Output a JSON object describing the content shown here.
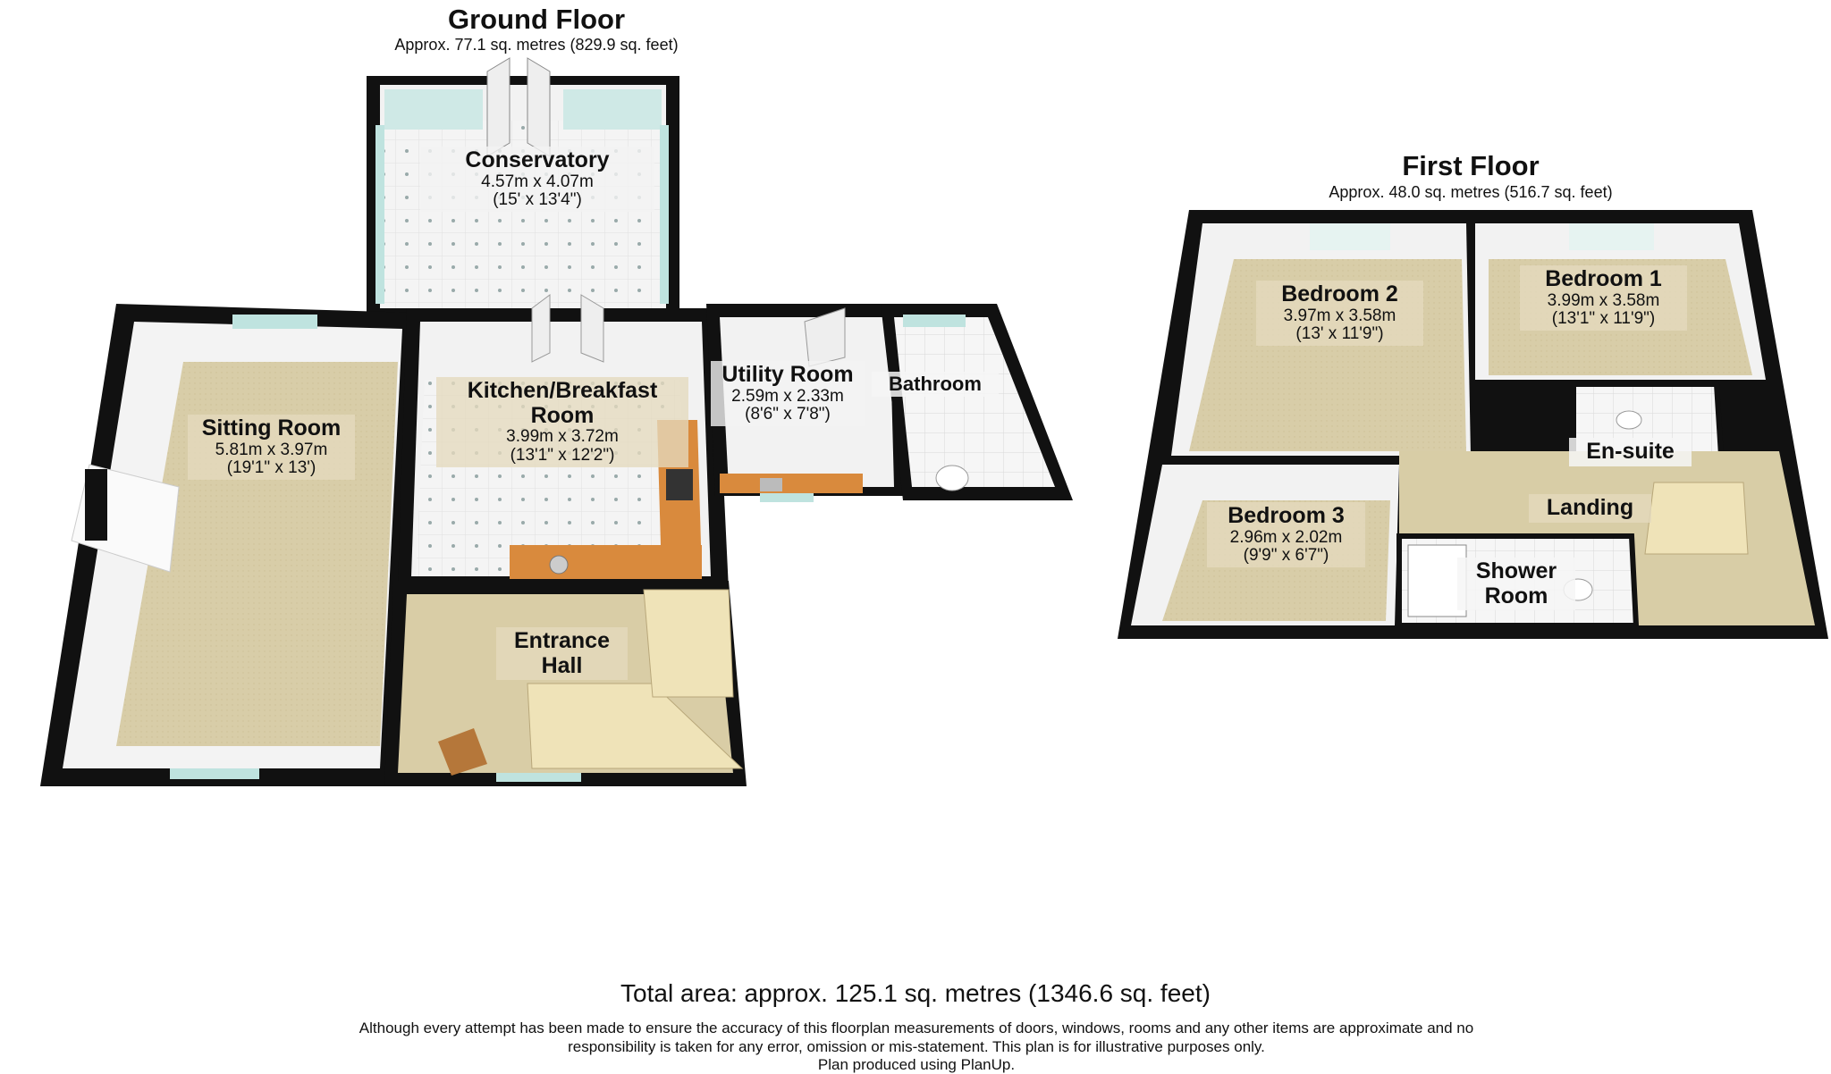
{
  "ground_floor": {
    "title": "Ground Floor",
    "area": "Approx. 77.1 sq. metres (829.9 sq. feet)",
    "rooms": {
      "conservatory": {
        "name": "Conservatory",
        "dim": "4.57m x 4.07m",
        "imp": "(15' x 13'4\")"
      },
      "sitting": {
        "name": "Sitting Room",
        "dim": "5.81m x 3.97m",
        "imp": "(19'1\" x 13')"
      },
      "kitchen": {
        "name": "Kitchen/Breakfast Room",
        "dim": "3.99m x 3.72m",
        "imp": "(13'1\" x 12'2\")"
      },
      "utility": {
        "name": "Utility Room",
        "dim": "2.59m x 2.33m",
        "imp": "(8'6\" x 7'8\")"
      },
      "bathroom": {
        "name": "Bathroom"
      },
      "entrance": {
        "name": "Entrance Hall"
      }
    }
  },
  "first_floor": {
    "title": "First Floor",
    "area": "Approx. 48.0 sq. metres (516.7 sq. feet)",
    "rooms": {
      "bedroom2": {
        "name": "Bedroom 2",
        "dim": "3.97m x 3.58m",
        "imp": "(13' x 11'9\")"
      },
      "bedroom1": {
        "name": "Bedroom 1",
        "dim": "3.99m x 3.58m",
        "imp": "(13'1\" x 11'9\")"
      },
      "ensuite": {
        "name": "En-suite"
      },
      "landing": {
        "name": "Landing"
      },
      "bedroom3": {
        "name": "Bedroom 3",
        "dim": "2.96m x 2.02m",
        "imp": "(9'9\" x 6'7\")"
      },
      "shower": {
        "name": "Shower Room"
      }
    }
  },
  "footer": {
    "total": "Total area: approx. 125.1 sq. metres (1346.6 sq. feet)",
    "disclaimer_1": "Although every attempt has been made to ensure the accuracy of this floorplan measurements of doors, windows, rooms and any other items are approximate and no",
    "disclaimer_2": "responsibility is taken for any error, omission or mis-statement. This plan is for illustrative purposes only.",
    "credit": "Plan produced using PlanUp."
  },
  "colors": {
    "wall": "#111111",
    "carpet": "#d7cca6",
    "tile": "#f3f3f3",
    "worktop": "#d98a3d",
    "window": "#bfe3df"
  }
}
